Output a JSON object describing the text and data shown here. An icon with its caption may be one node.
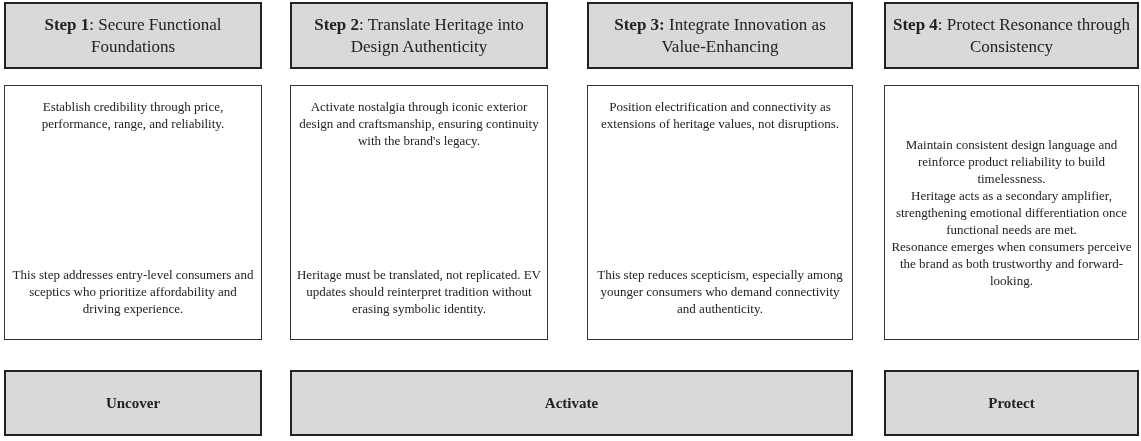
{
  "diagram": {
    "nodes": [
      {
        "text": [
          "**Step 1**: Secure Functional Foundations"
        ]
      },
      {
        "text": [
          "**Step 2**: Translate Heritage into Design Authenticity"
        ]
      },
      {
        "text": [
          "**Step 3:** Integrate Innovation as Value-Enhancing"
        ]
      },
      {
        "text": [
          "**Step 4**: Protect Resonance through Consistency"
        ]
      },
      {
        "text": [
          "Establish credibility through price, performance, range, and reliability.",
          "This step addresses entry-level consumers and sceptics who prioritize affordability and driving experience."
        ]
      },
      {
        "text": [
          "Activate nostalgia through iconic exterior design and craftsmanship, ensuring continuity with the brand's legacy.",
          "Heritage must be translated, not replicated. EV updates should reinterpret tradition without erasing symbolic identity."
        ]
      },
      {
        "text": [
          "Position electrification and connectivity as extensions of heritage values, not disruptions.",
          "This step reduces scepticism, especially among younger consumers who demand connectivity and authenticity."
        ]
      },
      {
        "text": [
          "Maintain consistent design language and reinforce product reliability to build timelessness.",
          "Heritage acts as a secondary amplifier, strengthening emotional differentiation once functional needs are met.",
          "Resonance emerges when consumers perceive the brand as both trustworthy and forward-looking."
        ]
      },
      {
        "text": [
          "Uncover"
        ]
      },
      {
        "text": [
          "Activate"
        ]
      },
      {
        "text": [
          "Protect"
        ]
      }
    ]
  }
}
